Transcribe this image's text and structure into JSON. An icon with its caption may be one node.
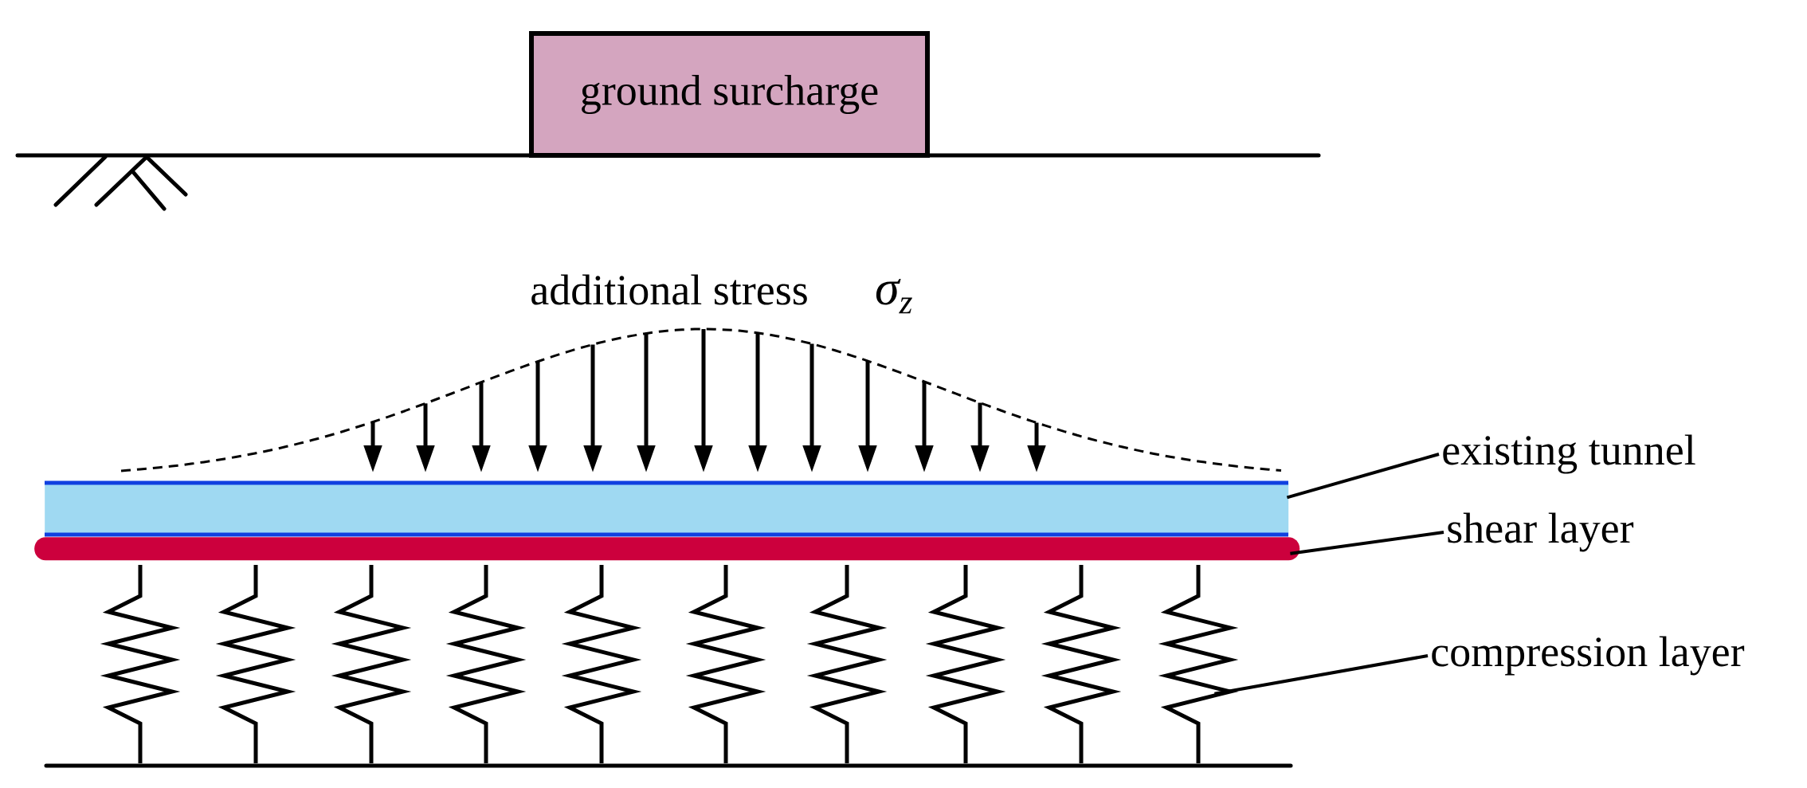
{
  "diagram": {
    "nodes": [
      {
        "text": [
          "ground surcharge"
        ]
      },
      {
        "text": [
          "existing tunnel"
        ]
      },
      {
        "text": [],
        "shape": "box"
      },
      {
        "text": [
          "shear layer"
        ]
      },
      {
        "text": [],
        "shape": "bar"
      },
      {
        "text": [
          "compression layer"
        ]
      },
      {
        "text": [],
        "shape": "spring"
      }
    ],
    "edges": [
      {
        "from": 1,
        "to": 2,
        "arrow": "none"
      },
      {
        "from": 3,
        "to": 4,
        "arrow": "none"
      },
      {
        "from": 5,
        "to": 6,
        "arrow": "none"
      }
    ],
    "labels": [
      "additional stress",
      "σ$_{z}$"
    ]
  }
}
